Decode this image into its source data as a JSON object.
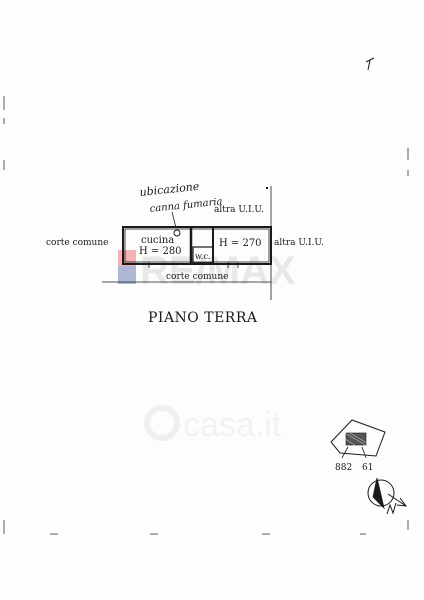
{
  "plan": {
    "title": "PIANO TERRA",
    "annotation_line1": "ubicazione",
    "annotation_line2": "canna fumaria",
    "rooms": {
      "kitchen_name": "cucina",
      "kitchen_height": "H = 280",
      "room2_height": "H = 270",
      "wc": "w.c."
    },
    "surroundings": {
      "left": "corte comune",
      "bottom": "corte comune",
      "top_right": "altra U.I.U.",
      "right": "altra U.I.U."
    }
  },
  "site_map": {
    "parcel_a": "882",
    "parcel_b": "61"
  },
  "watermarks": {
    "brand": "RE/MAX",
    "site": "casa.it"
  },
  "colors": {
    "ink": "#1a1a1a",
    "remax_red": "#e1262c",
    "remax_blue": "#1b3a8c",
    "watermark_gray": "#e9e9e9"
  }
}
